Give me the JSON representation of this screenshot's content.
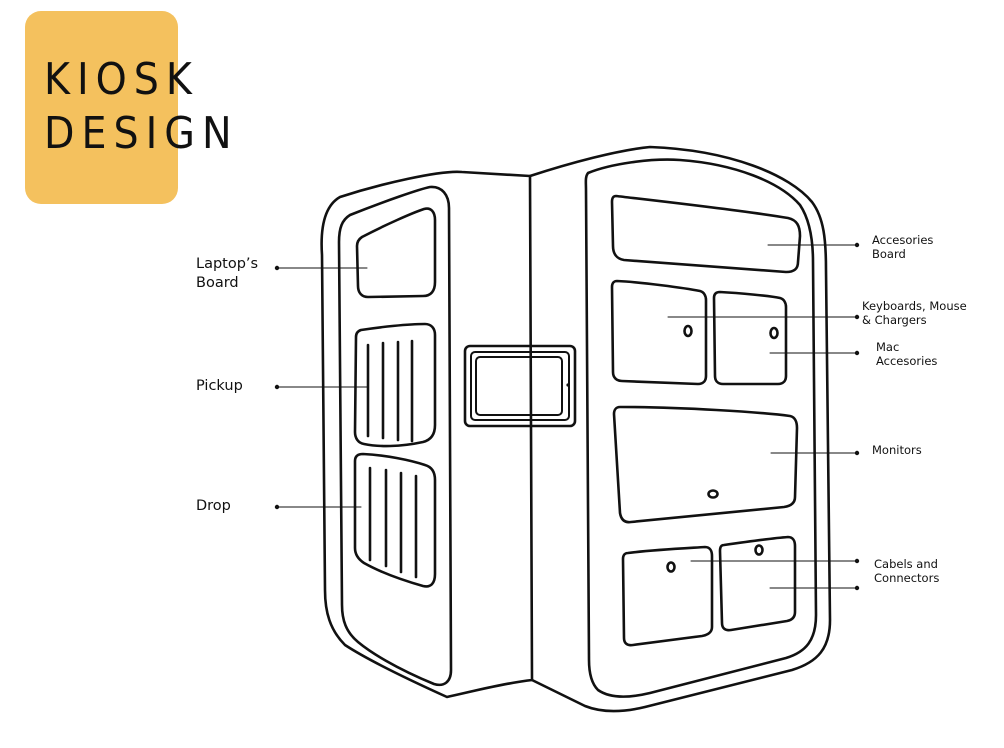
{
  "title": {
    "line1": "KIOSK",
    "line2": "DESIGN"
  },
  "colors": {
    "badge": "#F4C15E",
    "ink": "#111111"
  },
  "left_labels": {
    "laptops_board": {
      "line1": "Laptop’s",
      "line2": "Board"
    },
    "pickup": "Pickup",
    "drop": "Drop"
  },
  "right_labels": {
    "accessories_board": {
      "line1": "Accesories",
      "line2": "Board"
    },
    "keyboards": {
      "line1": "Keyboards, Mouse",
      "line2": "& Chargers"
    },
    "mac_accessories": {
      "line1": "Mac",
      "line2": "Accesories"
    },
    "monitors": "Monitors",
    "cables": {
      "line1": "Cabels and",
      "line2": "Connectors"
    }
  }
}
